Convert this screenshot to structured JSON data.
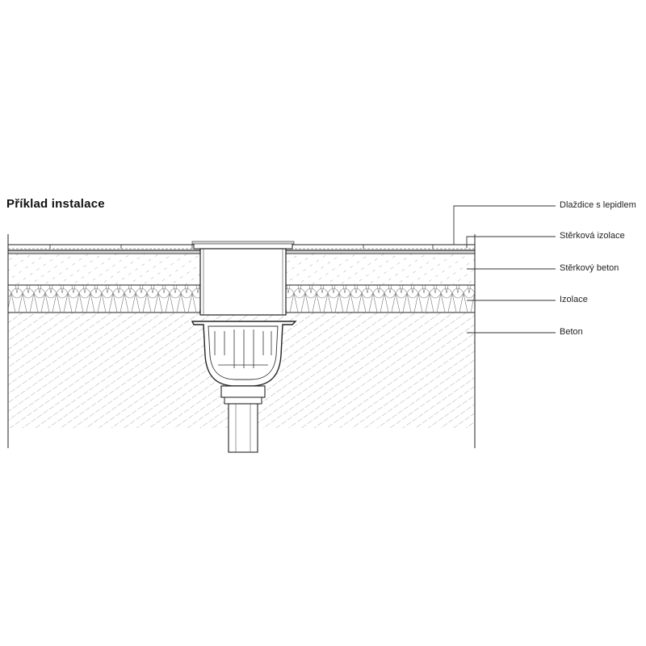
{
  "title": "Příklad instalace",
  "layers": [
    {
      "id": "tiles",
      "label": "Dlaždice s lepidlem"
    },
    {
      "id": "membrane",
      "label": "Stěrková izolace"
    },
    {
      "id": "screed",
      "label": "Stěrkový beton"
    },
    {
      "id": "insulation",
      "label": "Izolace"
    },
    {
      "id": "concrete",
      "label": "Beton"
    }
  ],
  "colors": {
    "line": "#222222",
    "hatch": "#7a7a7a",
    "background": "#ffffff"
  }
}
